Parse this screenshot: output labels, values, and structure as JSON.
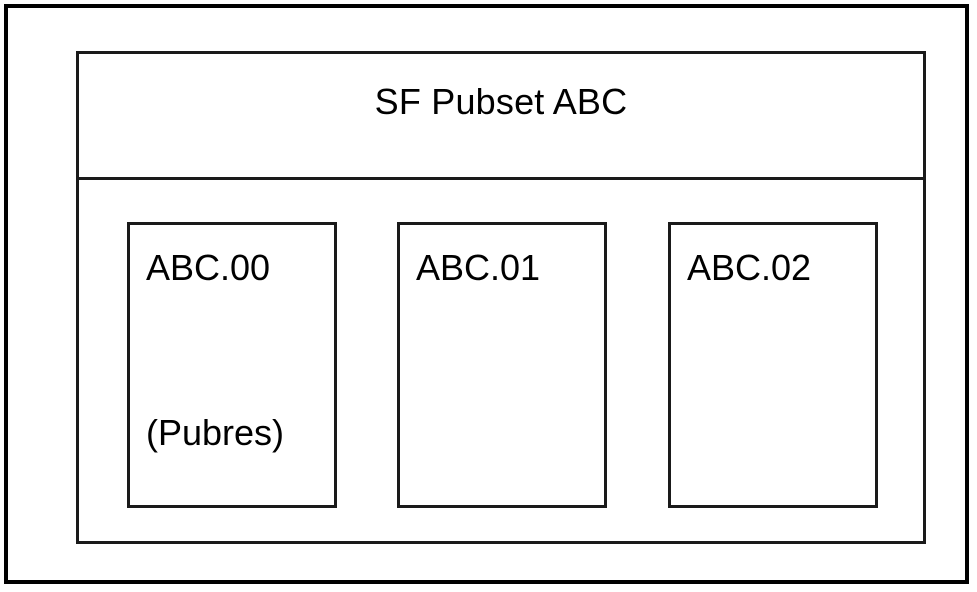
{
  "diagram": {
    "type": "nested-box-diagram",
    "outer_border_color": "#000000",
    "frame_border_color": "#1a1a1a",
    "background_color": "#ffffff",
    "text_color": "#000000",
    "pubset": {
      "title": "SF Pubset ABC",
      "volumes": [
        {
          "name": "ABC.00",
          "note": "(Pubres)"
        },
        {
          "name": "ABC.01",
          "note": ""
        },
        {
          "name": "ABC.02",
          "note": ""
        }
      ]
    }
  }
}
